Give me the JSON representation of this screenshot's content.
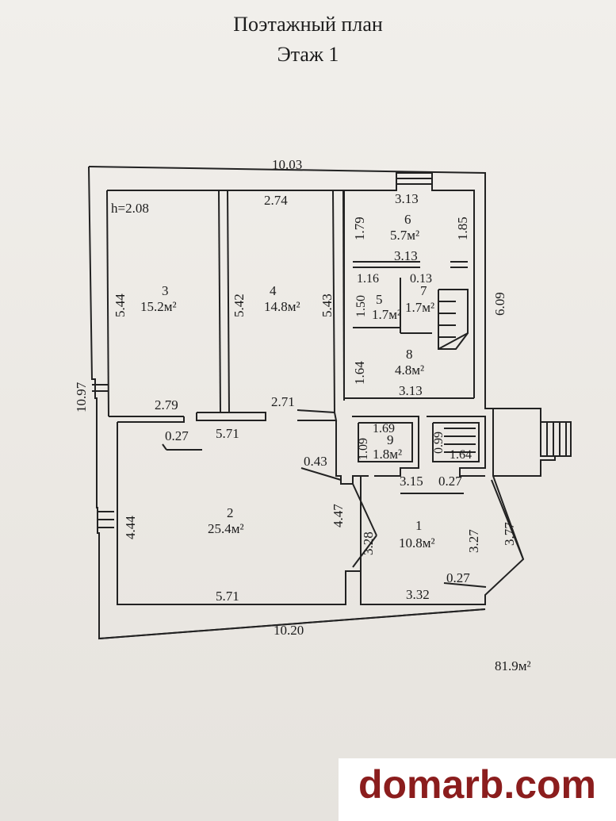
{
  "title": "Поэтажный план",
  "floor": "Этаж 1",
  "total_area": "81.9м²",
  "watermark": "domarb.com",
  "ceiling_height": "h=2.08",
  "rooms": [
    {
      "num": "1",
      "area": "10.8м²"
    },
    {
      "num": "2",
      "area": "25.4м²"
    },
    {
      "num": "3",
      "area": "15.2м²"
    },
    {
      "num": "4",
      "area": "14.8м²"
    },
    {
      "num": "5",
      "area": "1.7м²"
    },
    {
      "num": "6",
      "area": "5.7м²"
    },
    {
      "num": "7",
      "area": "1.7м²"
    },
    {
      "num": "8",
      "area": "4.8м²"
    },
    {
      "num": "9",
      "area": "1.8м²"
    }
  ],
  "dims": {
    "top": "10.03",
    "bottom": "10.20",
    "left": "10.97",
    "right": "6.09",
    "r3_left": "5.44",
    "r4_left": "5.42",
    "r4_right": "5.43",
    "r4_top": "2.74",
    "r6_top": "3.13",
    "r6_left": "1.79",
    "r6_right": "1.85",
    "r6_bottom": "3.13",
    "r5_top": "1.16",
    "r7_top": "0.13",
    "r5_left": "1.50",
    "r8_left": "1.64",
    "r8_bottom": "3.13",
    "r3_bottom": "2.79",
    "r4_bottom": "2.71",
    "wall_027_a": "0.27",
    "r2_top": "5.71",
    "r9_top": "1.69",
    "r9_left": "1.09",
    "stair_w": "0.99",
    "stair_b": "1.64",
    "d043": "0.43",
    "r2_right": "4.47",
    "r1_top": "3.15",
    "wall_027_b": "0.27",
    "r1_left": "3.28",
    "r1_right": "3.27",
    "r1_diag": "3.77",
    "r2_left": "4.44",
    "wall_027_c": "0.27",
    "r2_bottom": "5.71",
    "r1_bottom": "3.32"
  }
}
